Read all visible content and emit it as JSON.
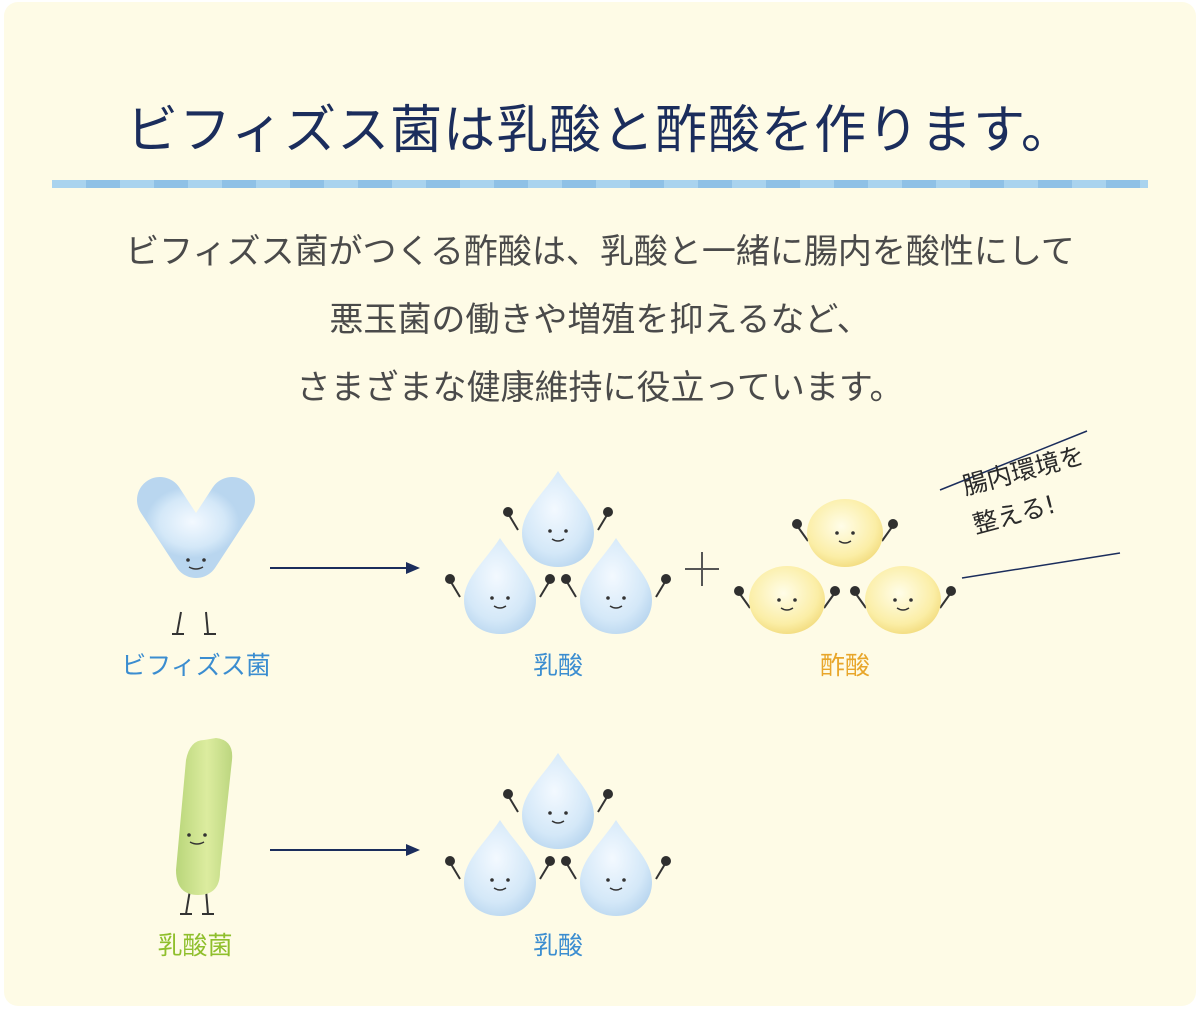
{
  "title": "ビフィズス菌は乳酸と酢酸を作ります。",
  "body_lines": [
    "ビフィズス菌がつくる酢酸は、乳酸と一緒に腸内を酸性にして",
    "悪玉菌の働きや増殖を抑えるなど、",
    "さまざまな健康維持に役立っています。"
  ],
  "row1": {
    "source_label": "ビフィズス菌",
    "product1_label": "乳酸",
    "plus": "＋",
    "product2_label": "酢酸",
    "callout_line1": "腸内環境を",
    "callout_line2": "整える!"
  },
  "row2": {
    "source_label": "乳酸菌",
    "product_label": "乳酸"
  },
  "colors": {
    "title": "#1b2d5c",
    "body_text": "#4a4a4a",
    "bifidus_label": "#3b8dd0",
    "lactic_label": "#3b8dd0",
    "acetic_label": "#e8a62a",
    "lactobacillus_label": "#8fbf2c"
  }
}
